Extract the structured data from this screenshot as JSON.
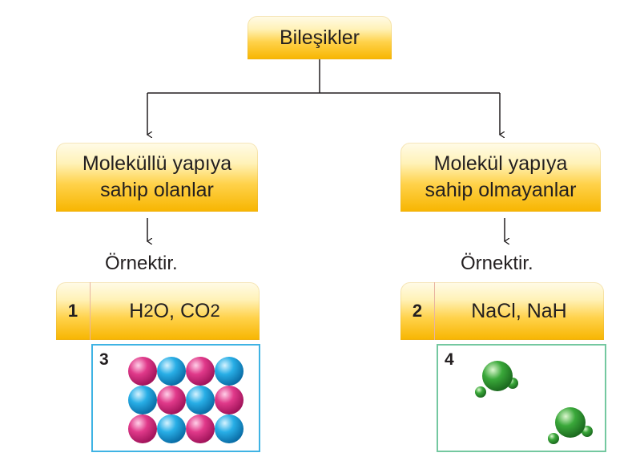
{
  "root": {
    "label": "Bileşikler"
  },
  "left": {
    "category_line1": "Moleküllü yapıya",
    "category_line2": "sahip olanlar",
    "example_label": "Örnektir.",
    "number": "1",
    "formula": {
      "a": "H",
      "a_sub": "2",
      "b": "O, CO",
      "b_sub": "2"
    },
    "panel_number": "3"
  },
  "right": {
    "category_line1": "Molekül yapıya",
    "category_line2": "sahip olmayanlar",
    "example_label": "Örnektir.",
    "number": "2",
    "formula_text": "NaCl, NaH",
    "panel_number": "4"
  },
  "colors": {
    "pink_ion": "#e0398a",
    "blue_ion": "#28aee6",
    "green_atom": "#3aa83a",
    "line": "#231f20"
  },
  "lattice": [
    [
      "pink",
      "blue",
      "pink",
      "blue"
    ],
    [
      "blue",
      "pink",
      "blue",
      "pink"
    ],
    [
      "pink",
      "blue",
      "pink",
      "blue"
    ]
  ]
}
